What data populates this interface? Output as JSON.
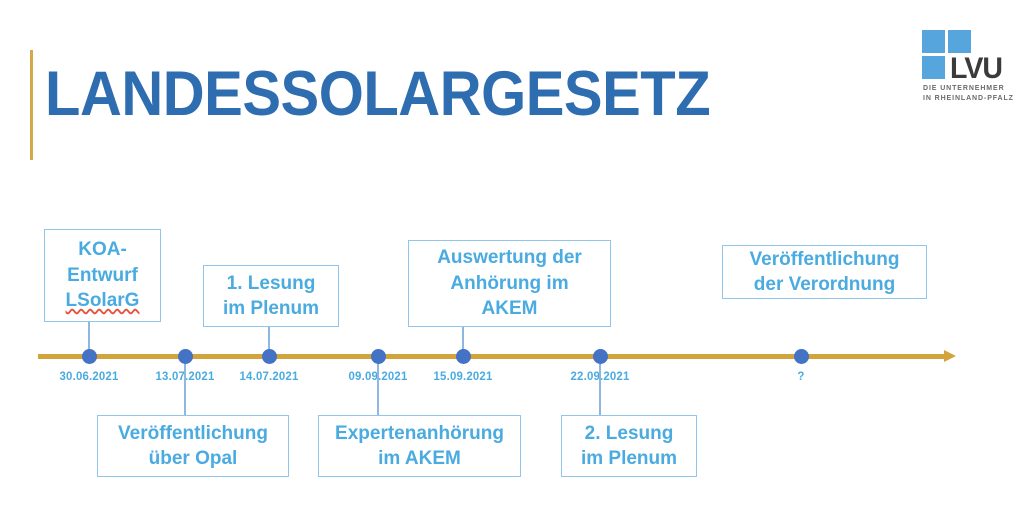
{
  "header": {
    "title": "LANDESSOLARGESETZ",
    "accent_color": "#d3a94a",
    "title_color": "#2e6daf"
  },
  "logo": {
    "wordmark": "LVU",
    "tagline_line1": "DIE UNTERNEHMER",
    "tagline_line2": "IN RHEINLAND-PFALZ",
    "square_color": "#56a5dd"
  },
  "timeline": {
    "axis_color": "#d3a43c",
    "marker_color": "#4472c4",
    "box_border_color": "#90c6ea",
    "box_text_color": "#4aabe0",
    "events": [
      {
        "date": "30.06.2021",
        "position": "above",
        "lines": [
          "KOA-",
          "Entwurf",
          "LSolarG"
        ],
        "misspelled_line": "LSolarG",
        "has_connector": true
      },
      {
        "date": "13.07.2021",
        "position": "below",
        "lines": [
          "Veröffentlichung",
          "über Opal"
        ],
        "has_connector": true
      },
      {
        "date": "14.07.2021",
        "position": "above",
        "lines": [
          "1. Lesung",
          "im Plenum"
        ],
        "has_connector": true
      },
      {
        "date": "09.09.2021",
        "position": "below",
        "lines": [
          "Expertenanhörung",
          "im AKEM"
        ],
        "has_connector": true
      },
      {
        "date": "15.09.2021",
        "position": "above",
        "lines": [
          "Auswertung der",
          "Anhörung im",
          "AKEM"
        ],
        "has_connector": true
      },
      {
        "date": "22.09.2021",
        "position": "below",
        "lines": [
          "2. Lesung",
          "im Plenum"
        ],
        "has_connector": true
      },
      {
        "date": "?",
        "position": "above",
        "lines": [
          "Veröffentlichung",
          "der Verordnung"
        ],
        "has_connector": false
      }
    ]
  }
}
